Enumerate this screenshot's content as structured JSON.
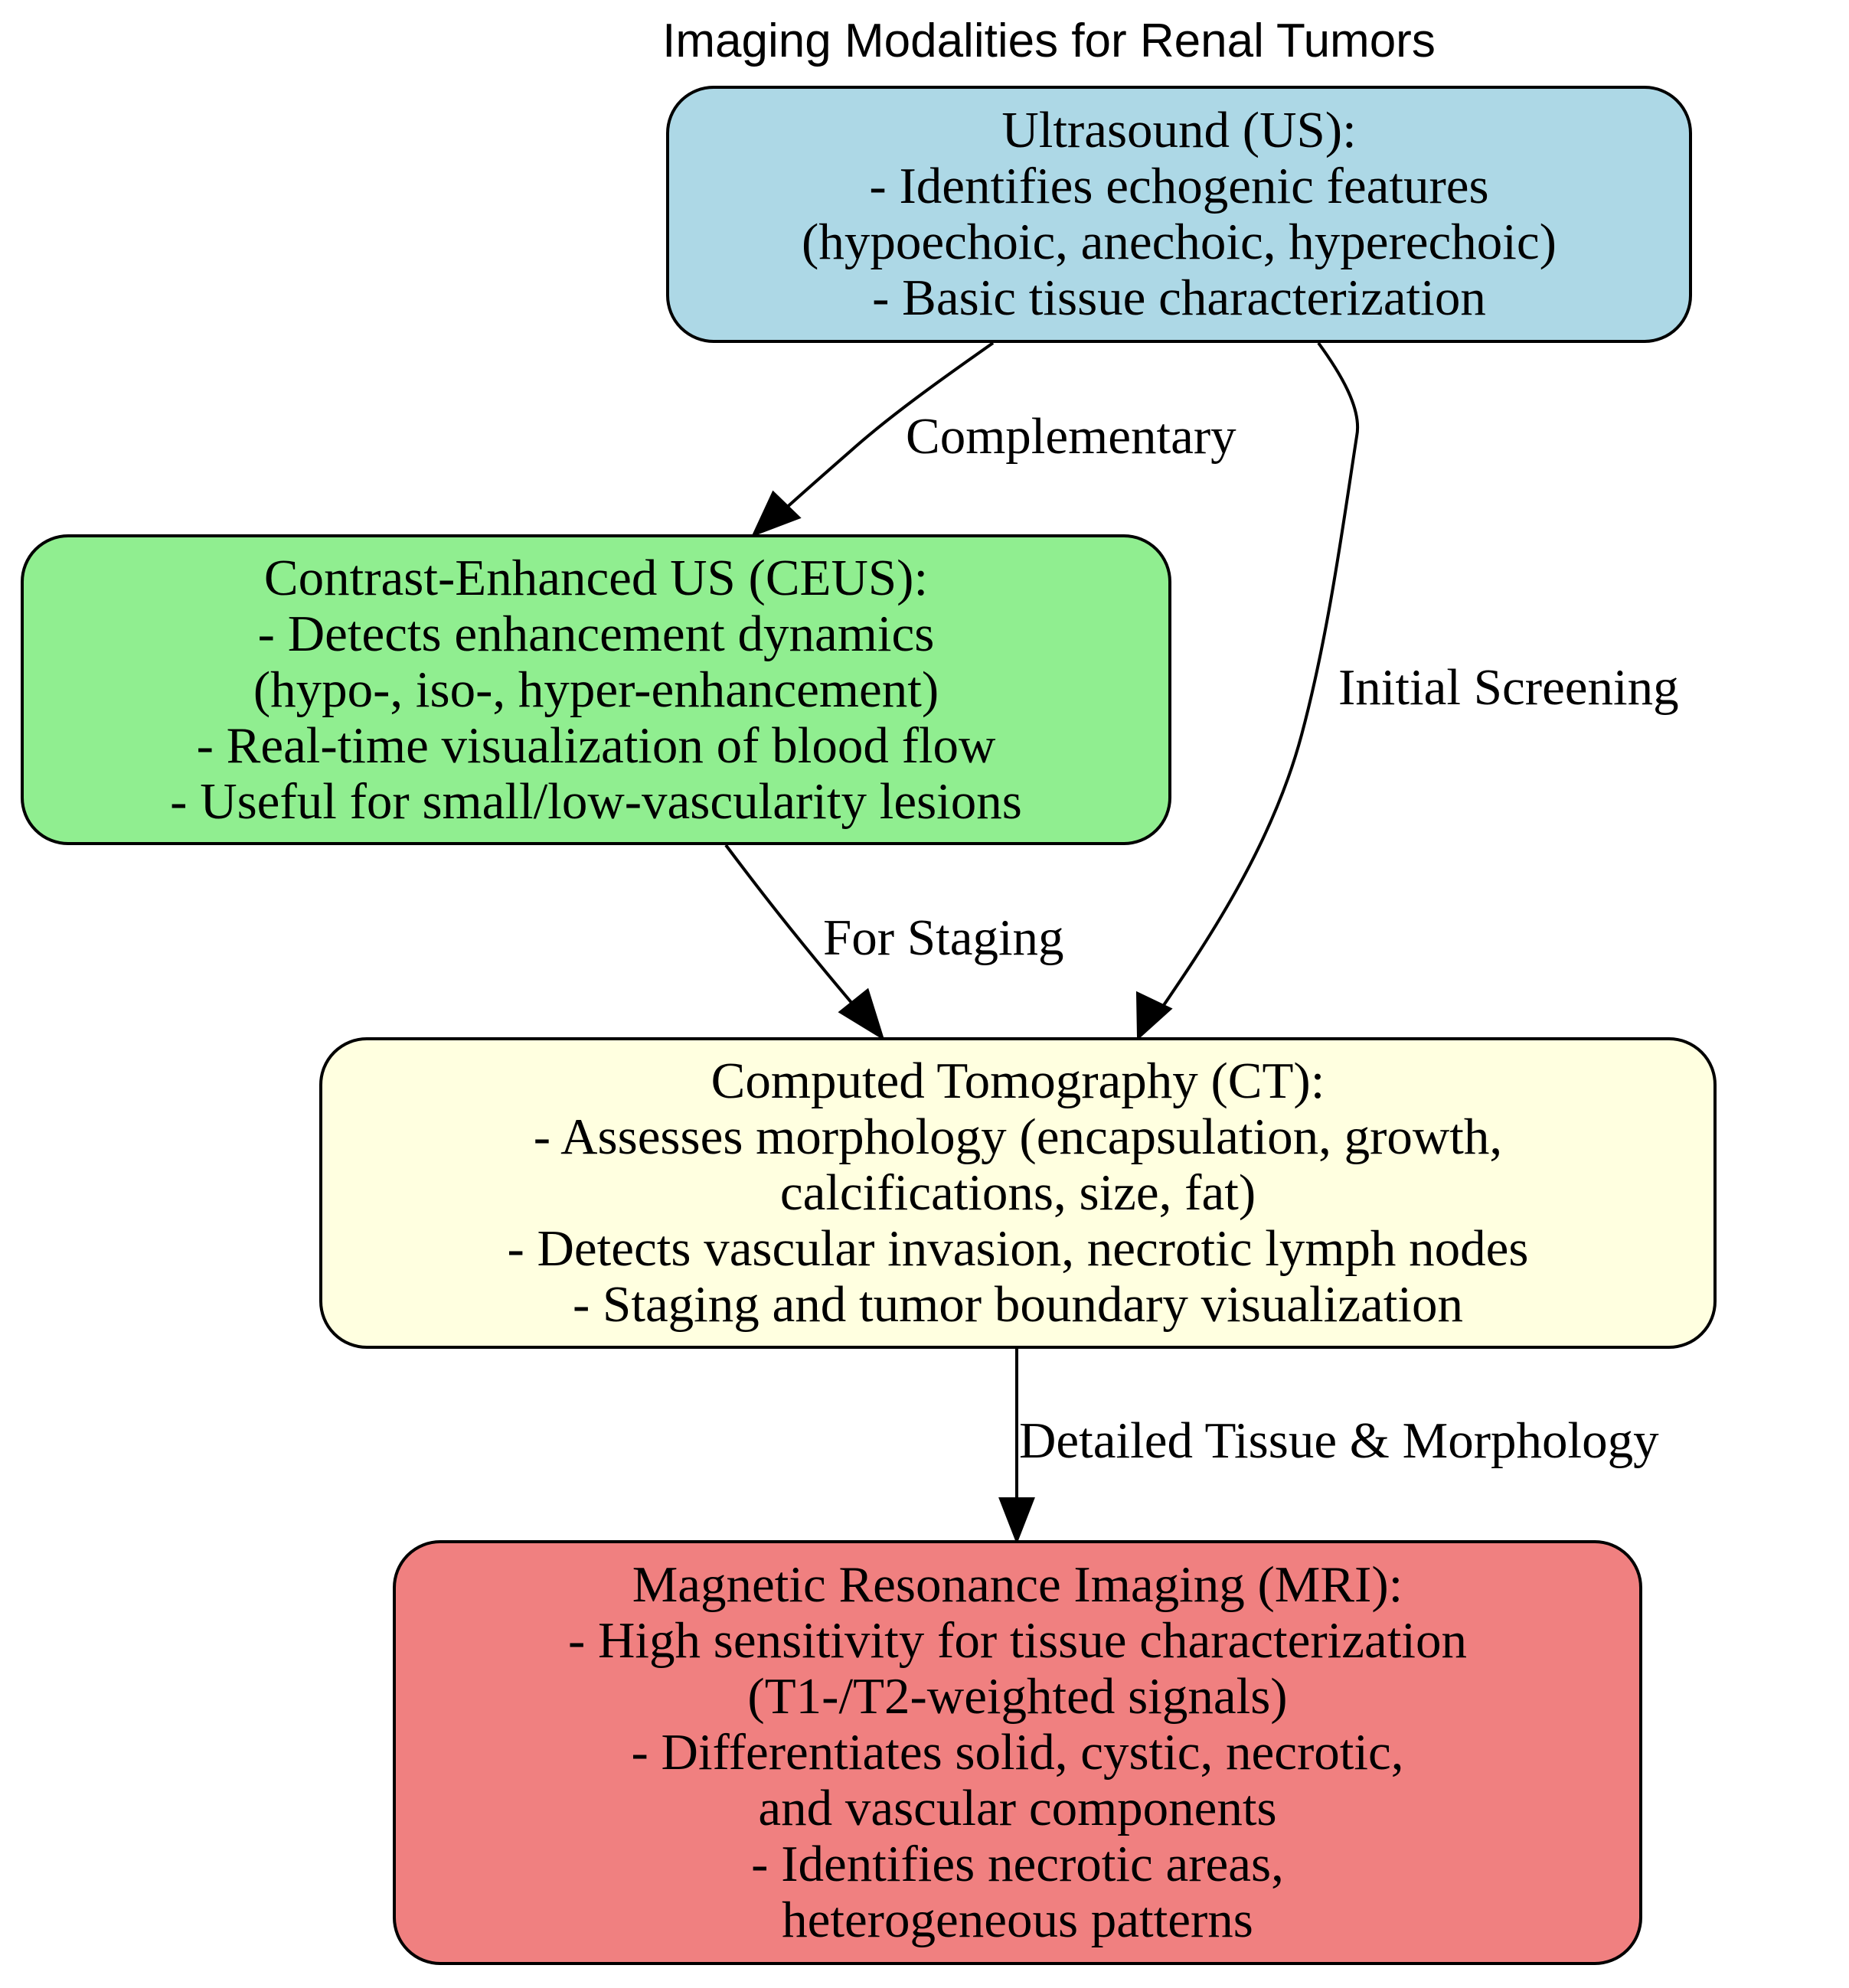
{
  "title": "Imaging Modalities for Renal Tumors",
  "nodes": {
    "us": {
      "fill": "#ADD8E6",
      "lines": [
        "Ultrasound (US):",
        "- Identifies echogenic features",
        "(hypoechoic, anechoic, hyperechoic)",
        "- Basic tissue characterization"
      ]
    },
    "ceus": {
      "fill": "#90EE90",
      "lines": [
        "Contrast-Enhanced US (CEUS):",
        "- Detects enhancement dynamics",
        "(hypo-, iso-, hyper-enhancement)",
        "- Real-time visualization of blood flow",
        "- Useful for small/low-vascularity lesions"
      ]
    },
    "ct": {
      "fill": "#FFFFE0",
      "lines": [
        "Computed Tomography (CT):",
        "- Assesses morphology (encapsulation, growth,",
        "calcifications, size, fat)",
        "- Detects vascular invasion, necrotic lymph nodes",
        "- Staging and tumor boundary visualization"
      ]
    },
    "mri": {
      "fill": "#F08080",
      "lines": [
        "Magnetic Resonance Imaging (MRI):",
        "- High sensitivity for tissue characterization",
        "(T1-/T2-weighted signals)",
        "- Differentiates solid, cystic, necrotic,",
        "and vascular components",
        "- Identifies necrotic areas,",
        "heterogeneous patterns"
      ]
    }
  },
  "edges": [
    {
      "from": "us",
      "to": "ceus",
      "label": "Complementary"
    },
    {
      "from": "us",
      "to": "ct",
      "label": "Initial Screening"
    },
    {
      "from": "ceus",
      "to": "ct",
      "label": "For Staging"
    },
    {
      "from": "ct",
      "to": "mri",
      "label": "Detailed Tissue & Morphology"
    }
  ]
}
